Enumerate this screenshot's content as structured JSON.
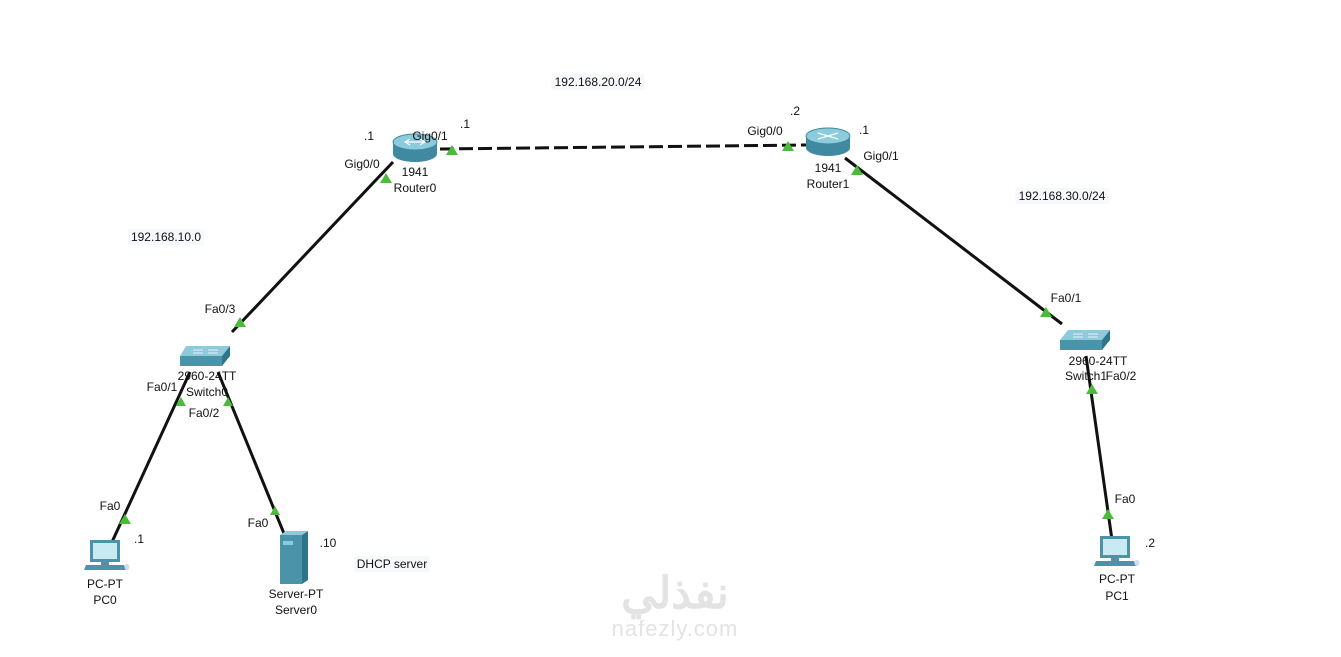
{
  "networks": {
    "lan_left": "192.168.10.0",
    "wan": "192.168.20.0/24",
    "lan_right": "192.168.30.0/24"
  },
  "router0": {
    "model": "1941",
    "name": "Router0",
    "gig00_port": "Gig0/0",
    "gig00_ip": ".1",
    "gig01_port": "Gig0/1",
    "gig01_ip": ".1"
  },
  "router1": {
    "model": "1941",
    "name": "Router1",
    "gig00_port": "Gig0/0",
    "gig00_ip": ".2",
    "gig01_port": "Gig0/1",
    "gig01_ip": ".1"
  },
  "switch0": {
    "model": "2960-24TT",
    "name": "Switch0",
    "fa03": "Fa0/3",
    "fa01": "Fa0/1",
    "fa02": "Fa0/2"
  },
  "switch1": {
    "model": "2960-24TT",
    "name": "Switch1",
    "fa01": "Fa0/1",
    "fa02": "Fa0/2"
  },
  "pc0": {
    "model": "PC-PT",
    "name": "PC0",
    "port": "Fa0",
    "ip": ".1"
  },
  "server0": {
    "model": "Server-PT",
    "name": "Server0",
    "port": "Fa0",
    "ip": ".10",
    "note": "DHCP server"
  },
  "pc1": {
    "model": "PC-PT",
    "name": "PC1",
    "port": "Fa0",
    "ip": ".2"
  },
  "watermark": {
    "arabic": "نفذلي",
    "latin": "nafezly.com"
  },
  "colors": {
    "link": "#111111",
    "port_up": "#4cbb3c",
    "device": "#4a93a8"
  }
}
